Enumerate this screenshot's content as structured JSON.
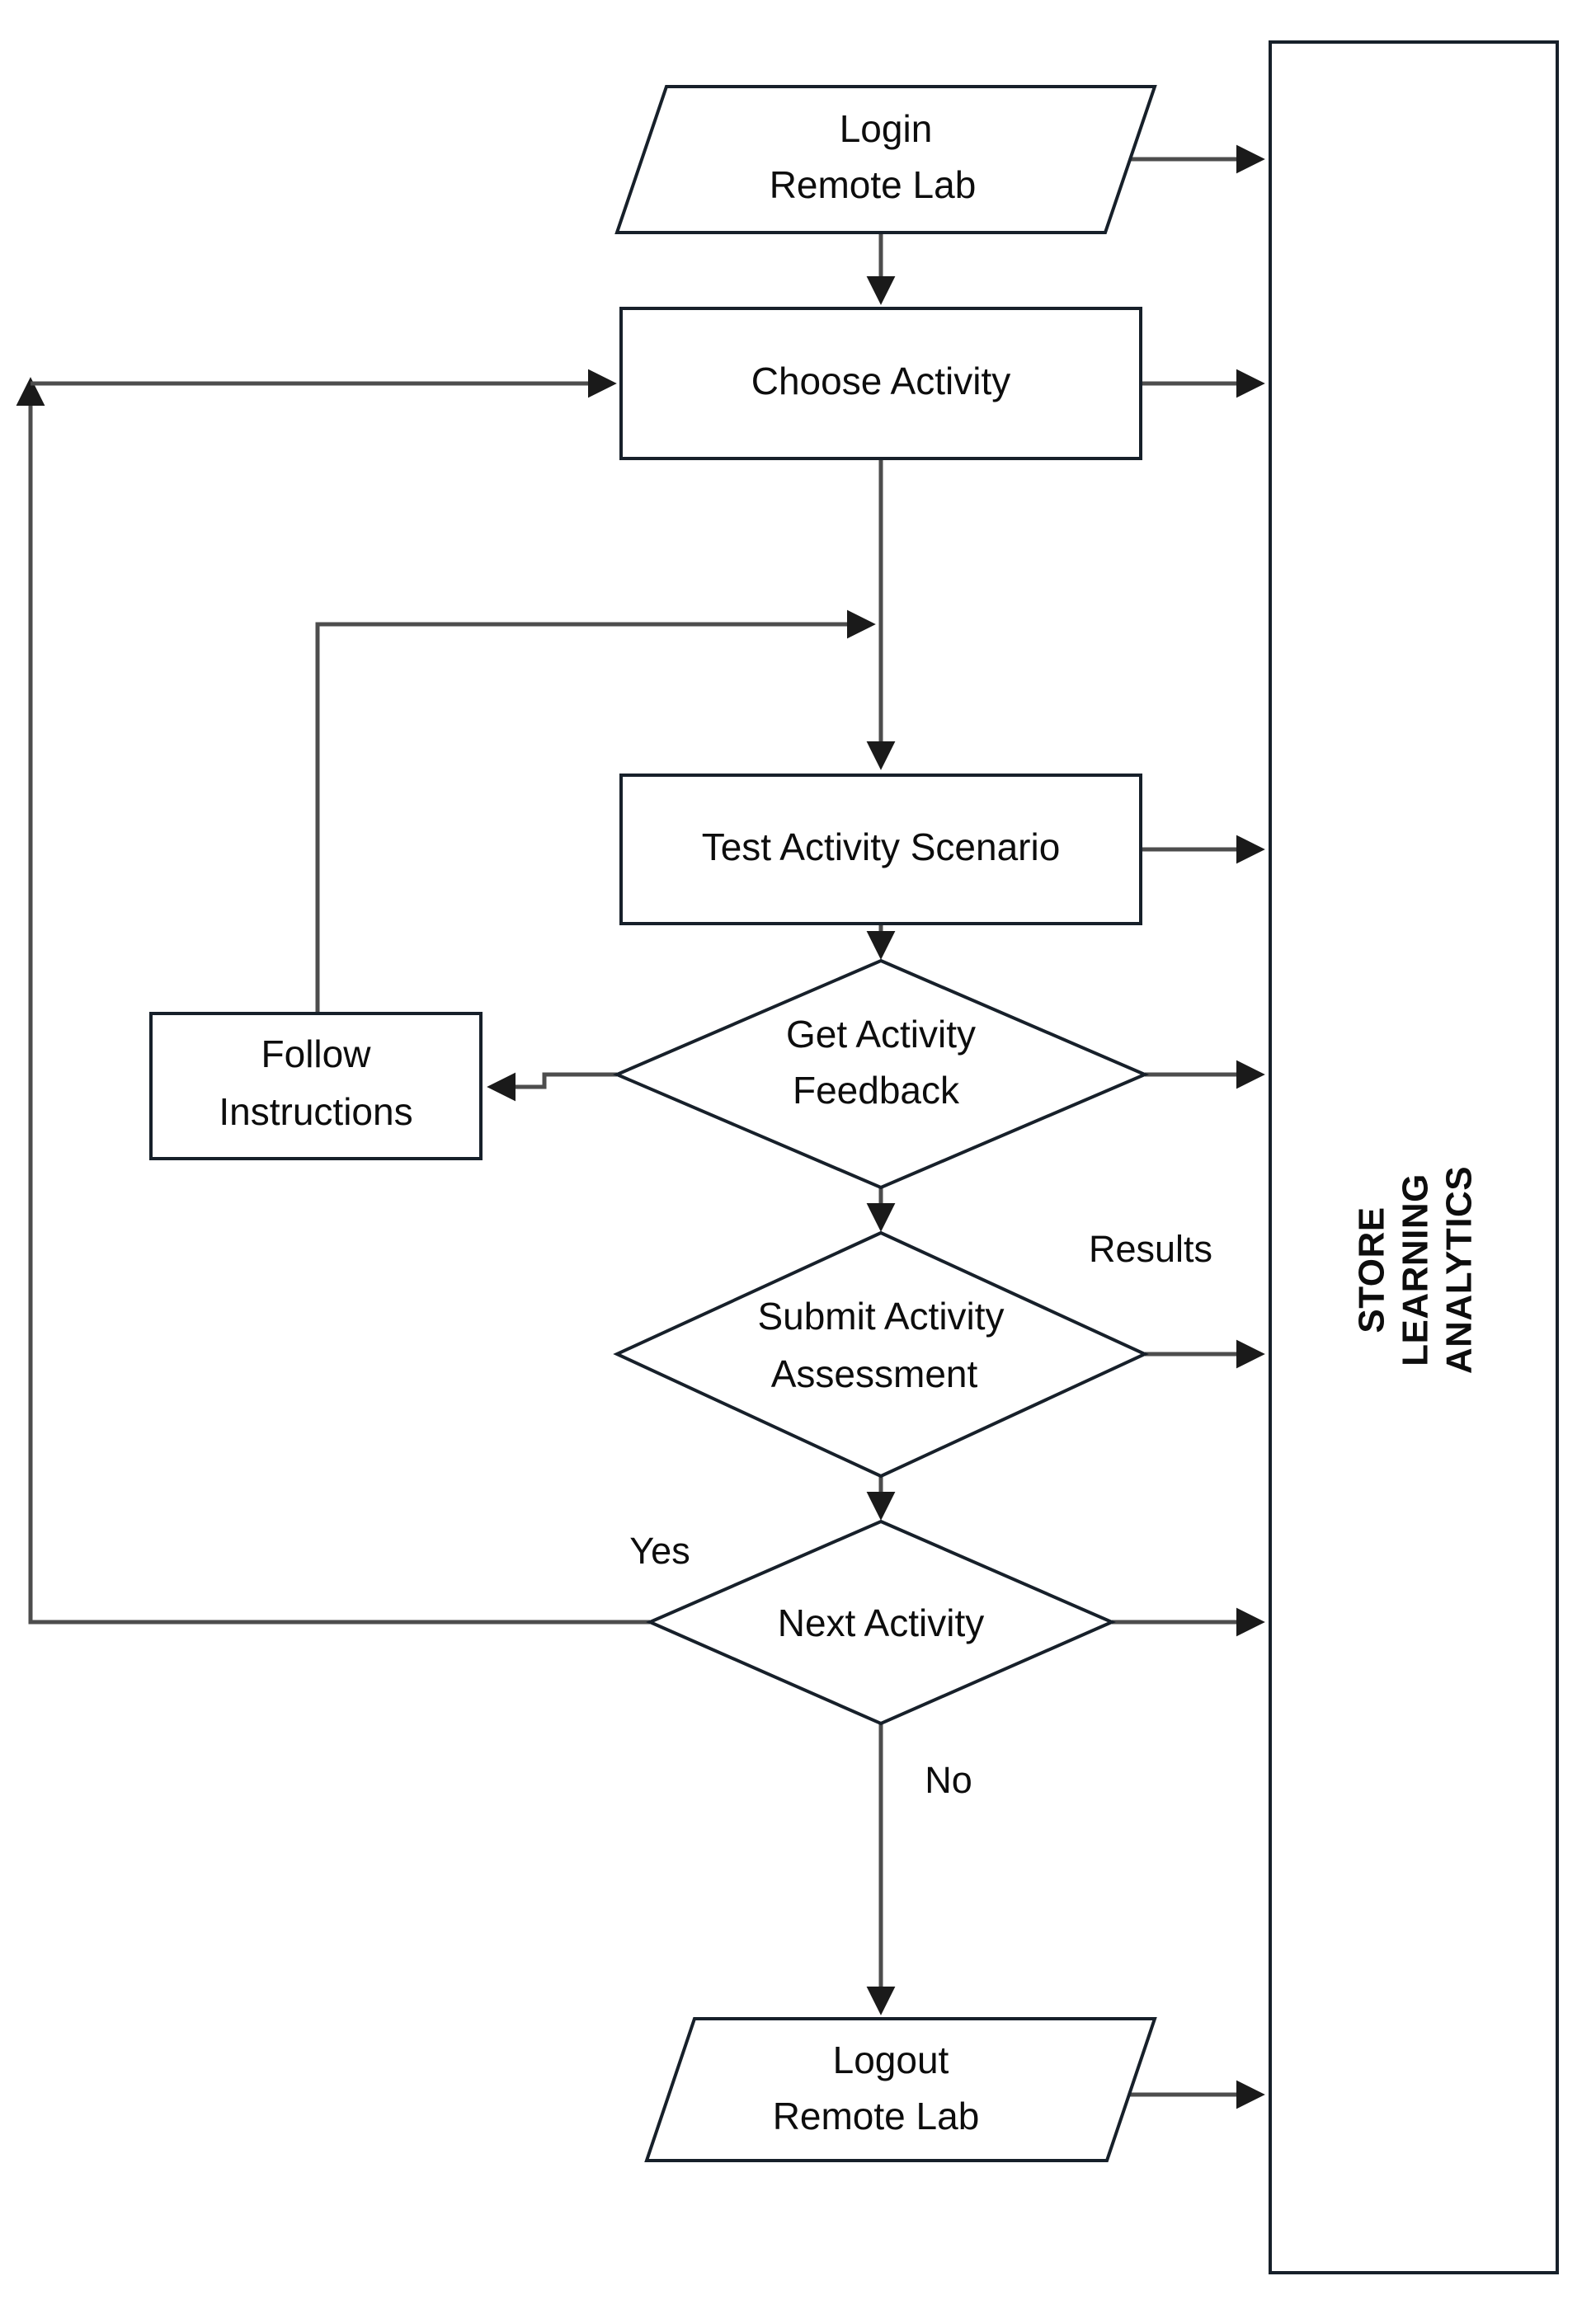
{
  "diagram": {
    "title_vertical": "STORE LEARNING ANALYTICS",
    "vertical_lines": [
      "STORE",
      "LEARNING",
      "ANALYTICS"
    ],
    "nodes": [
      {
        "id": "login",
        "shape": "parallelogram",
        "line1": "Login",
        "line2": "Remote Lab"
      },
      {
        "id": "choose",
        "shape": "rectangle",
        "line1": "Choose Activity",
        "line2": ""
      },
      {
        "id": "test",
        "shape": "rectangle",
        "line1": "Test Activity Scenario",
        "line2": ""
      },
      {
        "id": "follow",
        "shape": "rectangle",
        "line1": "Follow",
        "line2": "Instructions"
      },
      {
        "id": "feedback",
        "shape": "diamond",
        "line1": "Get Activity",
        "line2": "Feedback"
      },
      {
        "id": "submit",
        "shape": "diamond",
        "line1": "Submit Activity",
        "line2": "Assessment"
      },
      {
        "id": "next",
        "shape": "diamond",
        "line1": "Next Activity",
        "line2": ""
      },
      {
        "id": "logout",
        "shape": "parallelogram",
        "line1": "Logout",
        "line2": "Remote Lab"
      }
    ],
    "edge_labels": [
      {
        "id": "results",
        "text": "Results"
      },
      {
        "id": "yes",
        "text": "Yes"
      },
      {
        "id": "no",
        "text": "No"
      }
    ],
    "store_panel": {
      "label": "STORE LEARNING ANALYTICS"
    },
    "colors": {
      "background": "#ffffff",
      "shape_stroke": "#17202a",
      "connector": "#4d4d4d",
      "text": "#0d0d0d"
    }
  }
}
